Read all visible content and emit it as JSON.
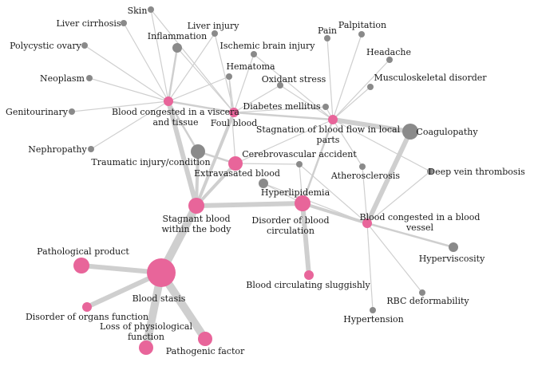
{
  "colors": {
    "pink": "#e8659a",
    "gray": "#8a8a8a",
    "edge": "#cfcfcf"
  },
  "nodes": [
    {
      "id": "blood_stasis",
      "label": [
        "Blood stasis"
      ],
      "color": "pink",
      "size": 5
    },
    {
      "id": "pathological_product",
      "label": [
        "Pathological product"
      ],
      "color": "pink",
      "size": 3
    },
    {
      "id": "disorder_organs",
      "label": [
        "Disorder of organs function"
      ],
      "color": "pink",
      "size": 1
    },
    {
      "id": "loss_physiological",
      "label": [
        "Loss of physiological",
        "function"
      ],
      "color": "pink",
      "size": 2
    },
    {
      "id": "pathogenic_factor",
      "label": [
        "Pathogenic factor"
      ],
      "color": "pink",
      "size": 2
    },
    {
      "id": "stagnant_blood",
      "label": [
        "Stagnant blood",
        "within the body"
      ],
      "color": "pink",
      "size": 3
    },
    {
      "id": "disorder_circulation",
      "label": [
        "Disorder of blood",
        "circulation"
      ],
      "color": "pink",
      "size": 3
    },
    {
      "id": "circulating_sluggishly",
      "label": [
        "Blood circulating sluggishly"
      ],
      "color": "pink",
      "size": 1
    },
    {
      "id": "congested_vessel",
      "label": [
        "Blood congested in a blood",
        "vessel"
      ],
      "color": "pink",
      "size": 1
    },
    {
      "id": "congested_viscera",
      "label": [
        "Blood congested in a viscera",
        "and tissue"
      ],
      "color": "pink",
      "size": 1
    },
    {
      "id": "stagnation_local",
      "label": [
        "Stagnation of blood flow in local",
        "parts"
      ],
      "color": "pink",
      "size": 1
    },
    {
      "id": "foul_blood",
      "label": [
        "Foul blood"
      ],
      "color": "pink",
      "size": 1
    },
    {
      "id": "extravasated_blood",
      "label": [
        "Extravasated blood"
      ],
      "color": "pink",
      "size": 2
    },
    {
      "id": "skin",
      "label": [
        "Skin"
      ],
      "color": "gray",
      "size": 0
    },
    {
      "id": "liver_cirrhosis",
      "label": [
        "Liver cirrhosis"
      ],
      "color": "gray",
      "size": 0
    },
    {
      "id": "liver_injury",
      "label": [
        "Liver injury"
      ],
      "color": "gray",
      "size": 0
    },
    {
      "id": "inflammation",
      "label": [
        "Inflammation"
      ],
      "color": "gray",
      "size": 1
    },
    {
      "id": "polycystic_ovary",
      "label": [
        "Polycystic ovary"
      ],
      "color": "gray",
      "size": 0
    },
    {
      "id": "neoplasm",
      "label": [
        "Neoplasm"
      ],
      "color": "gray",
      "size": 0
    },
    {
      "id": "genitourinary",
      "label": [
        "Genitourinary"
      ],
      "color": "gray",
      "size": 0
    },
    {
      "id": "nephropathy",
      "label": [
        "Nephropathy"
      ],
      "color": "gray",
      "size": 0
    },
    {
      "id": "traumatic_injury",
      "label": [
        "Traumatic injury/condition"
      ],
      "color": "gray",
      "size": 2
    },
    {
      "id": "ischemic_brain",
      "label": [
        "Ischemic brain injury"
      ],
      "color": "gray",
      "size": 0
    },
    {
      "id": "hematoma",
      "label": [
        "Hematoma"
      ],
      "color": "gray",
      "size": 0
    },
    {
      "id": "oxidant_stress",
      "label": [
        "Oxidant stress"
      ],
      "color": "gray",
      "size": 0
    },
    {
      "id": "diabetes_mellitus",
      "label": [
        "Diabetes mellitus"
      ],
      "color": "gray",
      "size": 0
    },
    {
      "id": "pain",
      "label": [
        "Pain"
      ],
      "color": "gray",
      "size": 0
    },
    {
      "id": "palpitation",
      "label": [
        "Palpitation"
      ],
      "color": "gray",
      "size": 0
    },
    {
      "id": "headache",
      "label": [
        "Headache"
      ],
      "color": "gray",
      "size": 0
    },
    {
      "id": "musculoskeletal",
      "label": [
        "Musculoskeletal disorder"
      ],
      "color": "gray",
      "size": 0
    },
    {
      "id": "coagulopathy",
      "label": [
        "Coagulopathy"
      ],
      "color": "gray",
      "size": 3
    },
    {
      "id": "cerebrovascular",
      "label": [
        "Cerebrovascular accident"
      ],
      "color": "gray",
      "size": 0
    },
    {
      "id": "atherosclerosis",
      "label": [
        "Atherosclerosis"
      ],
      "color": "gray",
      "size": 0
    },
    {
      "id": "deep_vein",
      "label": [
        "Deep vein thrombosis"
      ],
      "color": "gray",
      "size": 0
    },
    {
      "id": "hyperlipidemia",
      "label": [
        "Hyperlipidemia"
      ],
      "color": "gray",
      "size": 1
    },
    {
      "id": "hyperviscosity",
      "label": [
        "Hyperviscosity"
      ],
      "color": "gray",
      "size": 1
    },
    {
      "id": "rbc_deformability",
      "label": [
        "RBC deformability"
      ],
      "color": "gray",
      "size": 0
    },
    {
      "id": "hypertension",
      "label": [
        "Hypertension"
      ],
      "color": "gray",
      "size": 0
    }
  ],
  "edges": [
    {
      "from": "blood_stasis",
      "to": "pathological_product",
      "weight": 4
    },
    {
      "from": "blood_stasis",
      "to": "disorder_organs",
      "weight": 4
    },
    {
      "from": "blood_stasis",
      "to": "loss_physiological",
      "weight": 5
    },
    {
      "from": "blood_stasis",
      "to": "pathogenic_factor",
      "weight": 5
    },
    {
      "from": "blood_stasis",
      "to": "stagnant_blood",
      "weight": 5
    },
    {
      "from": "stagnant_blood",
      "to": "disorder_circulation",
      "weight": 4
    },
    {
      "from": "stagnant_blood",
      "to": "congested_viscera",
      "weight": 4
    },
    {
      "from": "stagnant_blood",
      "to": "foul_blood",
      "weight": 3
    },
    {
      "from": "stagnant_blood",
      "to": "extravasated_blood",
      "weight": 3
    },
    {
      "from": "stagnant_blood",
      "to": "traumatic_injury",
      "weight": 3
    },
    {
      "from": "disorder_circulation",
      "to": "circulating_sluggishly",
      "weight": 4
    },
    {
      "from": "disorder_circulation",
      "to": "congested_vessel",
      "weight": 3
    },
    {
      "from": "disorder_circulation",
      "to": "stagnation_local",
      "weight": 2
    },
    {
      "from": "stagnation_local",
      "to": "coagulopathy",
      "weight": 4
    },
    {
      "from": "stagnation_local",
      "to": "pain",
      "weight": 1
    },
    {
      "from": "stagnation_local",
      "to": "palpitation",
      "weight": 1
    },
    {
      "from": "stagnation_local",
      "to": "headache",
      "weight": 1
    },
    {
      "from": "stagnation_local",
      "to": "musculoskeletal",
      "weight": 1
    },
    {
      "from": "stagnation_local",
      "to": "diabetes_mellitus",
      "weight": 1
    },
    {
      "from": "stagnation_local",
      "to": "oxidant_stress",
      "weight": 1
    },
    {
      "from": "stagnation_local",
      "to": "ischemic_brain",
      "weight": 1
    },
    {
      "from": "stagnation_local",
      "to": "foul_blood",
      "weight": 2
    },
    {
      "from": "stagnation_local",
      "to": "extravasated_blood",
      "weight": 1
    },
    {
      "from": "stagnation_local",
      "to": "atherosclerosis",
      "weight": 1
    },
    {
      "from": "stagnation_local",
      "to": "deep_vein",
      "weight": 1
    },
    {
      "from": "congested_vessel",
      "to": "coagulopathy",
      "weight": 4
    },
    {
      "from": "congested_vessel",
      "to": "hyperviscosity",
      "weight": 2
    },
    {
      "from": "congested_vessel",
      "to": "rbc_deformability",
      "weight": 1
    },
    {
      "from": "congested_vessel",
      "to": "hypertension",
      "weight": 1
    },
    {
      "from": "congested_vessel",
      "to": "deep_vein",
      "weight": 1
    },
    {
      "from": "congested_vessel",
      "to": "atherosclerosis",
      "weight": 1
    },
    {
      "from": "congested_vessel",
      "to": "cerebrovascular",
      "weight": 1
    },
    {
      "from": "congested_vessel",
      "to": "hyperlipidemia",
      "weight": 1
    },
    {
      "from": "congested_viscera",
      "to": "skin",
      "weight": 1
    },
    {
      "from": "congested_viscera",
      "to": "liver_cirrhosis",
      "weight": 1
    },
    {
      "from": "congested_viscera",
      "to": "liver_injury",
      "weight": 1
    },
    {
      "from": "congested_viscera",
      "to": "inflammation",
      "weight": 2
    },
    {
      "from": "congested_viscera",
      "to": "polycystic_ovary",
      "weight": 1
    },
    {
      "from": "congested_viscera",
      "to": "neoplasm",
      "weight": 1
    },
    {
      "from": "congested_viscera",
      "to": "genitourinary",
      "weight": 1
    },
    {
      "from": "congested_viscera",
      "to": "nephropathy",
      "weight": 1
    },
    {
      "from": "congested_viscera",
      "to": "hematoma",
      "weight": 1
    },
    {
      "from": "congested_viscera",
      "to": "foul_blood",
      "weight": 2
    },
    {
      "from": "congested_viscera",
      "to": "traumatic_injury",
      "weight": 2
    },
    {
      "from": "foul_blood",
      "to": "inflammation",
      "weight": 1
    },
    {
      "from": "foul_blood",
      "to": "liver_injury",
      "weight": 1
    },
    {
      "from": "foul_blood",
      "to": "ischemic_brain",
      "weight": 1
    },
    {
      "from": "foul_blood",
      "to": "hematoma",
      "weight": 1
    },
    {
      "from": "foul_blood",
      "to": "oxidant_stress",
      "weight": 1
    },
    {
      "from": "foul_blood",
      "to": "diabetes_mellitus",
      "weight": 1
    },
    {
      "from": "foul_blood",
      "to": "skin",
      "weight": 1
    },
    {
      "from": "extravasated_blood",
      "to": "traumatic_injury",
      "weight": 2
    },
    {
      "from": "extravasated_blood",
      "to": "hematoma",
      "weight": 1
    },
    {
      "from": "extravasated_blood",
      "to": "cerebrovascular",
      "weight": 1
    },
    {
      "from": "disorder_circulation",
      "to": "hyperlipidemia",
      "weight": 1
    },
    {
      "from": "disorder_circulation",
      "to": "cerebrovascular",
      "weight": 1
    }
  ]
}
